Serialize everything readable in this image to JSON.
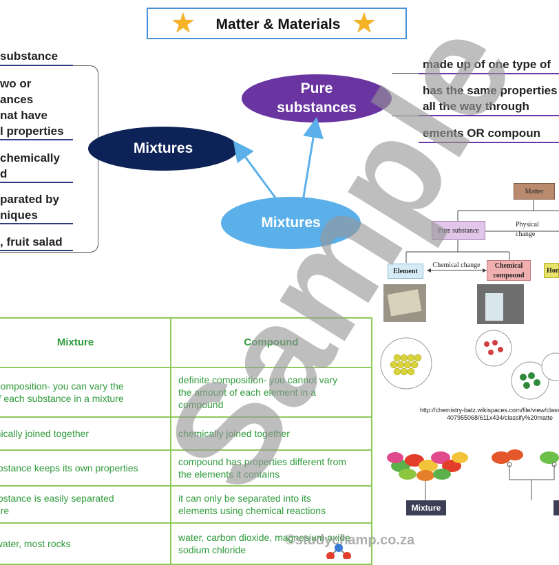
{
  "title": "Matter & Materials",
  "mixtures_map": {
    "center": "Mixtures",
    "items": [
      "substance",
      "wo or",
      "ances",
      "nat have",
      "l properties",
      "chemically",
      "d",
      "parated by",
      "niques",
      ", fruit salad"
    ]
  },
  "pure_map": {
    "center_line1": "Pure",
    "center_line2": "substances",
    "items": [
      "made up of one type of",
      "has the same properties",
      "all the way through",
      "ements OR compoun"
    ]
  },
  "bottom_oval": "Mixtures",
  "table": {
    "headers": [
      "Mixture",
      "Compound"
    ],
    "rows": [
      [
        "e composition- you can vary the",
        "definite composition- you cannot vary"
      ],
      [
        "t of each substance in a mixture",
        "the amount of each element in a"
      ],
      [
        "",
        "compound"
      ],
      [
        "emically joined together",
        "chemically joined together"
      ],
      [
        "substance keeps its own properties",
        "compound has properties different from"
      ],
      [
        "",
        "the elements it contains"
      ],
      [
        "substance is easily separated",
        "it can only be separated into its"
      ],
      [
        "xture",
        "elements using chemical reactions"
      ],
      [
        "a water, most rocks",
        "water, carbon dioxide, magnesium oxide"
      ],
      [
        "",
        "sodium chloride"
      ]
    ]
  },
  "diagram": {
    "matter": "Matter",
    "pure_substance": "Pure substance",
    "physical_change": "Physical change",
    "chemical_change": "Chemical change",
    "element": "Element",
    "chemical_compound_1": "Chemical",
    "chemical_compound_2": "compound",
    "hom": "Hom",
    "url_line1": "http://chemistry-batz.wikispaces.com/file/view/classi",
    "url_line2": "407955068/611x434/classify%20matte",
    "mixture_label": "Mixture"
  },
  "watermark": "Sample",
  "footer": "©studychamp.co.za",
  "colors": {
    "mixtures_oval": "#0d2256",
    "pure_oval": "#6a35a0",
    "bottom_oval": "#5bb0ea",
    "table_border": "#8fc95a",
    "table_text": "#2f9a3a",
    "title_border": "#4a90d9"
  }
}
